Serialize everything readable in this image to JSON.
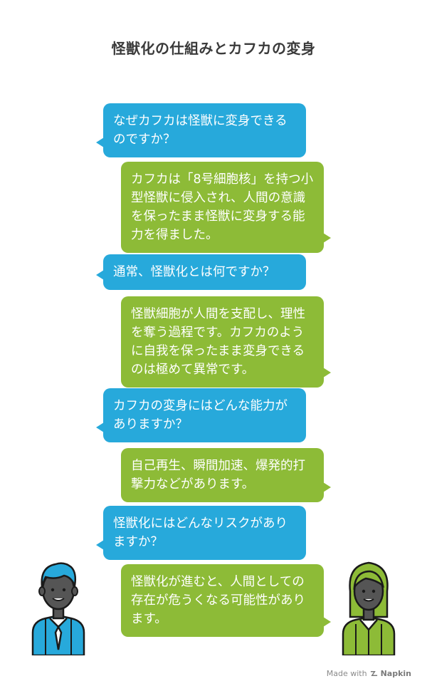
{
  "title": "怪獣化の仕組みとカフカの変身",
  "messages": [
    {
      "role": "question",
      "text": "なぜカフカは怪獣に変身できるのですか？"
    },
    {
      "role": "answer",
      "text": "カフカは「8号細胞核」を持つ小型怪獣に侵入され、人間の意識を保ったまま怪獣に変身する能力を得ました。"
    },
    {
      "role": "question",
      "text": "通常、怪獣化とは何ですか？"
    },
    {
      "role": "answer",
      "text": "怪獣細胞が人間を支配し、理性を奪う過程です。カフカのように自我を保ったまま変身できるのは極めて異常です。"
    },
    {
      "role": "question",
      "text": "カフカの変身にはどんな能力がありますか？"
    },
    {
      "role": "answer",
      "text": "自己再生、瞬間加速、爆発的打撃力などがあります。"
    },
    {
      "role": "question",
      "text": "怪獣化にはどんなリスクがありますか？"
    },
    {
      "role": "answer",
      "text": "怪獣化が進むと、人間としての存在が危うくなる可能性があります。"
    }
  ],
  "footer": {
    "made_with": "Made with",
    "brand": "Napkin"
  },
  "colors": {
    "question": "#27a9db",
    "answer": "#8dbb37",
    "title": "#3a3a3a"
  },
  "icons": {
    "left_person": "man-avatar-icon",
    "right_person": "woman-avatar-icon",
    "brand": "napkin-logo-icon"
  }
}
